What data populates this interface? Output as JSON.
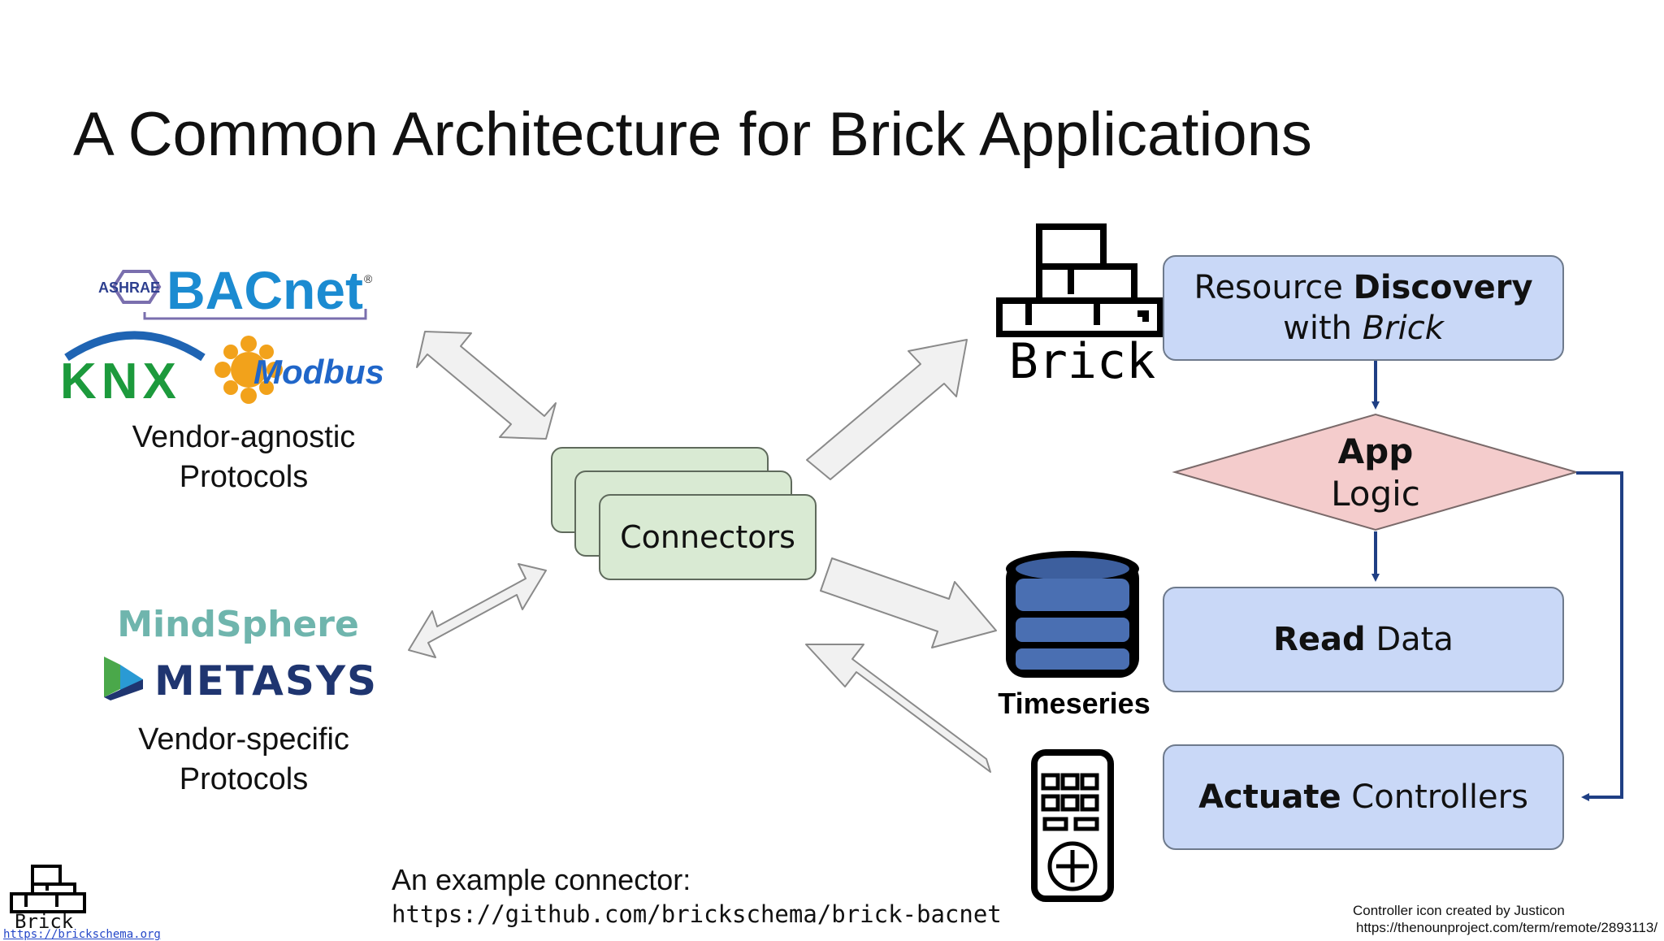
{
  "slide": {
    "title": "A Common Architecture for Brick Applications"
  },
  "left": {
    "logos": {
      "ashrae": "ASHRAE",
      "bacnet": "BACnet",
      "bacnet_mark": "®",
      "knx": "KNX",
      "modbus": "Modbus",
      "mindsphere": "MindSphere",
      "metasys": "METASYS"
    },
    "agnostic_line1": "Vendor-agnostic",
    "agnostic_line2": "Protocols",
    "specific_line1": "Vendor-specific",
    "specific_line2": "Protocols"
  },
  "connectors": {
    "label": "Connectors"
  },
  "icons": {
    "brick_label": "Brick",
    "timeseries_label": "Timeseries"
  },
  "flow": {
    "discovery_line1_a": "Resource ",
    "discovery_line1_b": "Discovery",
    "discovery_line2_a": "with ",
    "discovery_line2_b": "Brick",
    "app_line1": "App",
    "app_line2": "Logic",
    "read_bold": "Read",
    "read_rest": " Data",
    "actuate_bold": "Actuate",
    "actuate_rest": " Controllers"
  },
  "footer": {
    "example_label": "An example connector:",
    "example_url": "https://github.com/brickschema/brick-bacnet",
    "brick_logo_label": "Brick",
    "brick_url": "https://brickschema.org",
    "credit_line1": "Controller icon created by Justicon",
    "credit_line2": "https://thenounproject.com/term/remote/2893113/"
  },
  "colors": {
    "box_fill": "#c9d8f7",
    "diamond_fill": "#f4cccc",
    "connector_fill": "#d9ead3",
    "flow_arrow": "#1f3f84",
    "big_arrow_fill": "#f1f1f1",
    "bacnet_blue": "#1b8bd1",
    "knx_green": "#1c9a3c",
    "modbus_blue": "#2066c9",
    "metasys_navy": "#1f3570",
    "db_blue": "#3d5f9e"
  }
}
